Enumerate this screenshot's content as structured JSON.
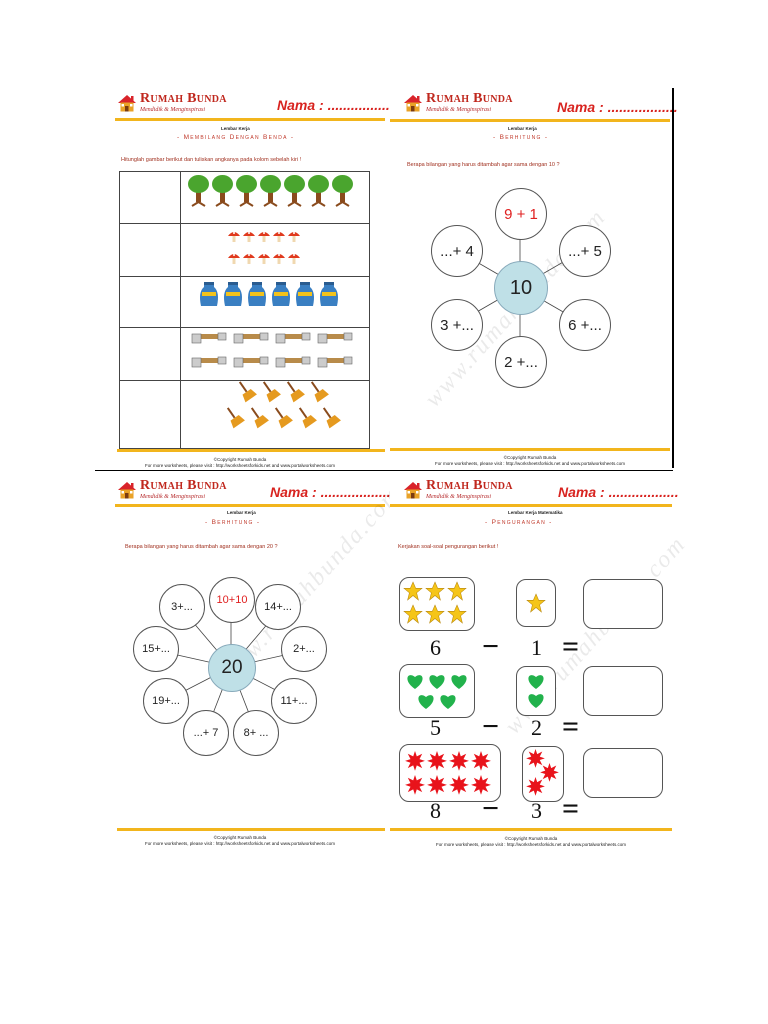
{
  "brand": {
    "name": "Rumah Bunda",
    "tagline": "Mendidik & Menginspirasi",
    "name_label": "Nama : ..................",
    "watermark": "www.rumahbunda.com"
  },
  "worksheets": [
    {
      "sheet_label": "Lembar Kerja",
      "subtitle": "- Membilang Dengan Benda -",
      "instruction": "Hitunglah gambar berikut dan tuliskan angkanya pada kolom sebelah kiri !",
      "rows": [
        {
          "object": "tree",
          "count": 7
        },
        {
          "object": "mushroom",
          "count": 10
        },
        {
          "object": "vase",
          "count": 6
        },
        {
          "object": "hammer",
          "count": 8
        },
        {
          "object": "broom",
          "count": 9
        }
      ],
      "footer_copyright": "©Copyright Rumah Bunda",
      "footer_more": "For more worksheets, please visit : http://worksheetsforkids.net and www.portalworksheets.com"
    },
    {
      "sheet_label": "Lembar Kerja",
      "subtitle": "- Berhitung -",
      "instruction": "Berapa bilangan yang harus ditambah agar sama dengan 10 ?",
      "center": "10",
      "petals": [
        "9 + 1",
        "...+ 5",
        "6 +...",
        "2 +...",
        "3 +...",
        "...+ 4"
      ],
      "footer_copyright": "©Copyright Rumah Bunda",
      "footer_more": "For more worksheets, please visit : http://worksheetsforkids.net and www.portalworksheets.com"
    },
    {
      "sheet_label": "Lembar Kerja",
      "subtitle": "- Berhitung -",
      "instruction": "Berapa bilangan yang harus ditambah agar sama dengan 20 ?",
      "center": "20",
      "petals": [
        "10+10",
        "14+...",
        "2+...",
        "11+...",
        "8+ ...",
        "...+ 7",
        "19+...",
        "15+...",
        "3+..."
      ],
      "footer_copyright": "©Copyright Rumah Bunda",
      "footer_more": "For more worksheets, please visit : http://worksheetsforkids.net and www.portalworksheets.com"
    },
    {
      "sheet_label": "Lembar Kerja Matematika",
      "subtitle": "- Pengurangan -",
      "instruction": "Kerjakan soal-soal pengurangan berikut !",
      "problems": [
        {
          "shape": "star",
          "color": "#f5c518",
          "a": "6",
          "b": "1",
          "minus": "−",
          "equals": "="
        },
        {
          "shape": "heart",
          "color": "#22b24c",
          "a": "5",
          "b": "2",
          "minus": "−",
          "equals": "="
        },
        {
          "shape": "burst",
          "color": "#e8131b",
          "a": "8",
          "b": "3",
          "minus": "−",
          "equals": "="
        }
      ],
      "footer_copyright": "©Copyright Rumah Bunda",
      "footer_more": "For more worksheets, please visit : http://worksheetsforkids.net and www.portalworksheets.com"
    }
  ]
}
